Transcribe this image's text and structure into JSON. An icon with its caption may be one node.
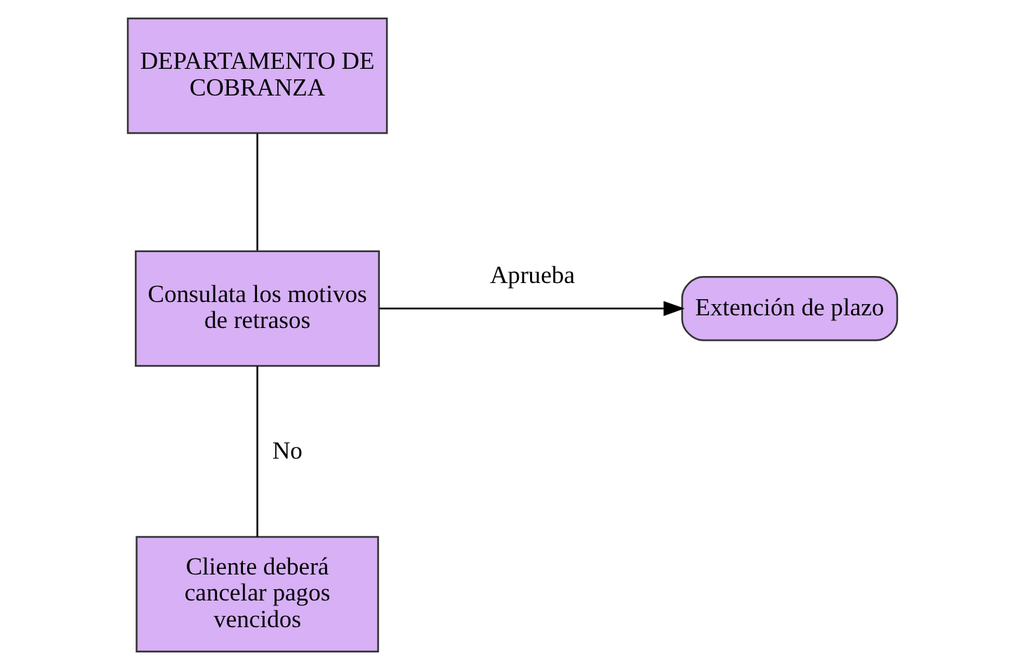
{
  "diagram": {
    "nodes": [
      {
        "text": [
          "DEPARTAMENTO DE COBRANZA"
        ]
      },
      {
        "text": [
          "Consulata los motivos de retrasos"
        ]
      },
      {
        "text": [
          "Extención de plazo"
        ]
      },
      {
        "text": [
          "Cliente deberá cancelar pagos vencidos"
        ]
      }
    ],
    "edges": [
      {
        "from": 0,
        "to": 1,
        "arrow": "none"
      },
      {
        "from": 1,
        "to": 2,
        "arrow": "to",
        "label": "Aprueba"
      },
      {
        "from": 1,
        "to": 3,
        "arrow": "none",
        "label": "No"
      }
    ]
  }
}
